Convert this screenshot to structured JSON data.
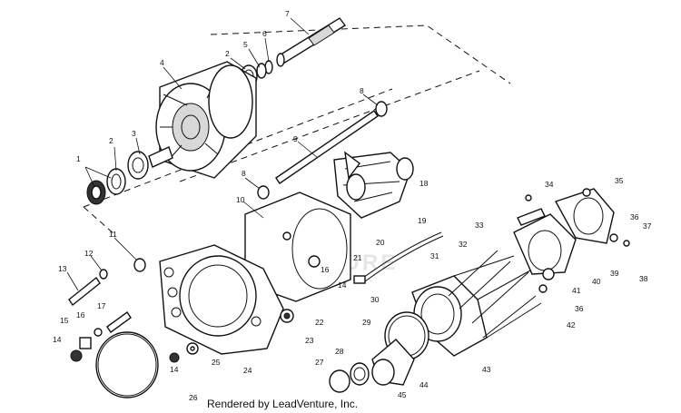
{
  "diagram": {
    "footer": "Rendered by LeadVenture, Inc.",
    "watermark": "ADVENTURE",
    "accent_color": "#111111"
  },
  "callouts": [
    {
      "id": "1",
      "label": "1"
    },
    {
      "id": "2a",
      "label": "2"
    },
    {
      "id": "3",
      "label": "3"
    },
    {
      "id": "4",
      "label": "4"
    },
    {
      "id": "2b",
      "label": "2"
    },
    {
      "id": "5",
      "label": "5"
    },
    {
      "id": "6",
      "label": "6"
    },
    {
      "id": "7",
      "label": "7"
    },
    {
      "id": "8a",
      "label": "8"
    },
    {
      "id": "8b",
      "label": "8"
    },
    {
      "id": "9",
      "label": "9"
    },
    {
      "id": "10",
      "label": "10"
    },
    {
      "id": "11",
      "label": "11"
    },
    {
      "id": "12",
      "label": "12"
    },
    {
      "id": "13",
      "label": "13"
    },
    {
      "id": "14a",
      "label": "14"
    },
    {
      "id": "14b",
      "label": "14"
    },
    {
      "id": "14c",
      "label": "14"
    },
    {
      "id": "15",
      "label": "15"
    },
    {
      "id": "16a",
      "label": "16"
    },
    {
      "id": "16b",
      "label": "16"
    },
    {
      "id": "17",
      "label": "17"
    },
    {
      "id": "18",
      "label": "18"
    },
    {
      "id": "19",
      "label": "19"
    },
    {
      "id": "20",
      "label": "20"
    },
    {
      "id": "21",
      "label": "21"
    },
    {
      "id": "22",
      "label": "22"
    },
    {
      "id": "23",
      "label": "23"
    },
    {
      "id": "24",
      "label": "24"
    },
    {
      "id": "25",
      "label": "25"
    },
    {
      "id": "26",
      "label": "26"
    },
    {
      "id": "27",
      "label": "27"
    },
    {
      "id": "28",
      "label": "28"
    },
    {
      "id": "29",
      "label": "29"
    },
    {
      "id": "30",
      "label": "30"
    },
    {
      "id": "31",
      "label": "31"
    },
    {
      "id": "32",
      "label": "32"
    },
    {
      "id": "33",
      "label": "33"
    },
    {
      "id": "34",
      "label": "34"
    },
    {
      "id": "35",
      "label": "35"
    },
    {
      "id": "36a",
      "label": "36"
    },
    {
      "id": "36b",
      "label": "36"
    },
    {
      "id": "37",
      "label": "37"
    },
    {
      "id": "38",
      "label": "38"
    },
    {
      "id": "39",
      "label": "39"
    },
    {
      "id": "40",
      "label": "40"
    },
    {
      "id": "41",
      "label": "41"
    },
    {
      "id": "42",
      "label": "42"
    },
    {
      "id": "43",
      "label": "43"
    },
    {
      "id": "44",
      "label": "44"
    },
    {
      "id": "45",
      "label": "45"
    }
  ]
}
